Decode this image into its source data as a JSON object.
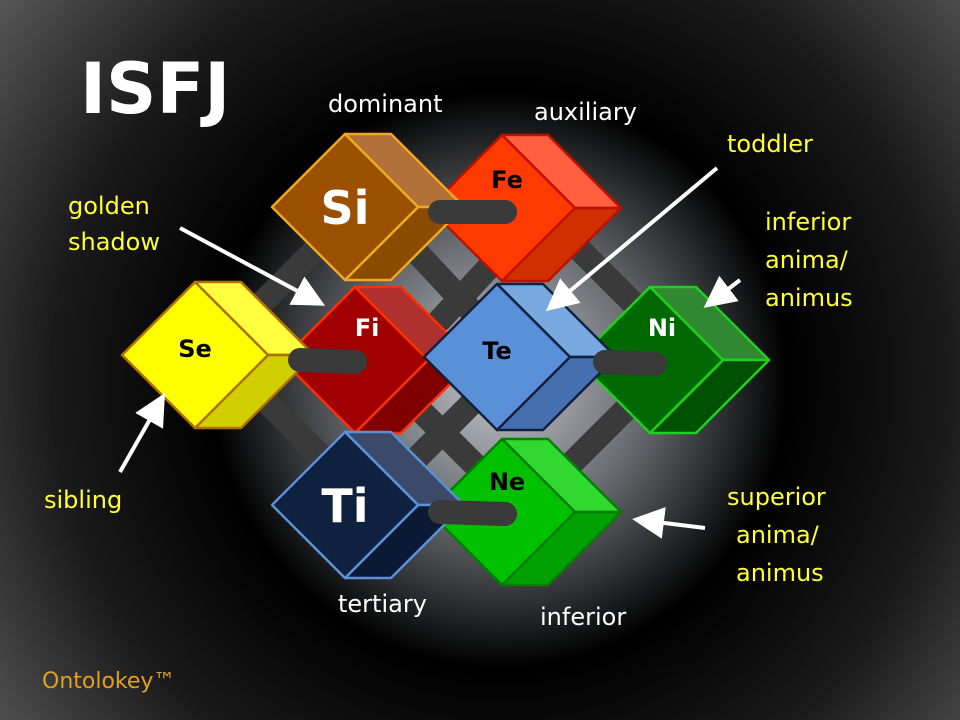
{
  "title": "ISFJ",
  "brand": "Ontolokey™",
  "footer_dots": "........",
  "colors": {
    "label_white": "#ffffff",
    "label_yellow": "#ffff33",
    "brand": "#e0a020",
    "bar": "#3a3a3a"
  },
  "role_labels": {
    "dominant": "dominant",
    "auxiliary": "auxiliary",
    "tertiary": "tertiary",
    "inferior": "inferior"
  },
  "shadow_labels": {
    "golden_shadow": [
      "golden",
      "shadow"
    ],
    "toddler": "toddler",
    "inferior_anima": [
      "inferior",
      "anima/",
      "animus"
    ],
    "superior_anima": [
      "superior",
      "anima/",
      "animus"
    ],
    "sibling": "sibling"
  },
  "cubes": [
    {
      "id": "Si",
      "label": "Si",
      "front": "#9a5000",
      "top": "#b07038",
      "side": "#8a4a00",
      "edge": "#f0a820",
      "text": "#ffffff",
      "big": true
    },
    {
      "id": "Fe",
      "label": "Fe",
      "front": "#ff3a00",
      "top": "#ff6040",
      "side": "#d03000",
      "edge": "#c01000",
      "text": "#000000",
      "big": false
    },
    {
      "id": "Se",
      "label": "Se",
      "front": "#ffff00",
      "top": "#ffff40",
      "side": "#d0d000",
      "edge": "#b07000",
      "text": "#000000",
      "big": false
    },
    {
      "id": "Fi",
      "label": "Fi",
      "front": "#a00000",
      "top": "#b03030",
      "side": "#800000",
      "edge": "#ff3000",
      "text": "#ffffff",
      "big": false
    },
    {
      "id": "Te",
      "label": "Te",
      "front": "#5a90d8",
      "top": "#78a8e0",
      "side": "#4470b0",
      "edge": "#102040",
      "text": "#000000",
      "big": false
    },
    {
      "id": "Ni",
      "label": "Ni",
      "front": "#006800",
      "top": "#308830",
      "side": "#005000",
      "edge": "#20d020",
      "text": "#ffffff",
      "big": false
    },
    {
      "id": "Ti",
      "label": "Ti",
      "front": "#0e2240",
      "top": "#3a4a68",
      "side": "#0a1a34",
      "edge": "#5a90d8",
      "text": "#ffffff",
      "big": true
    },
    {
      "id": "Ne",
      "label": "Ne",
      "front": "#00c000",
      "top": "#30d830",
      "side": "#00a000",
      "edge": "#008000",
      "text": "#000000",
      "big": false
    }
  ]
}
